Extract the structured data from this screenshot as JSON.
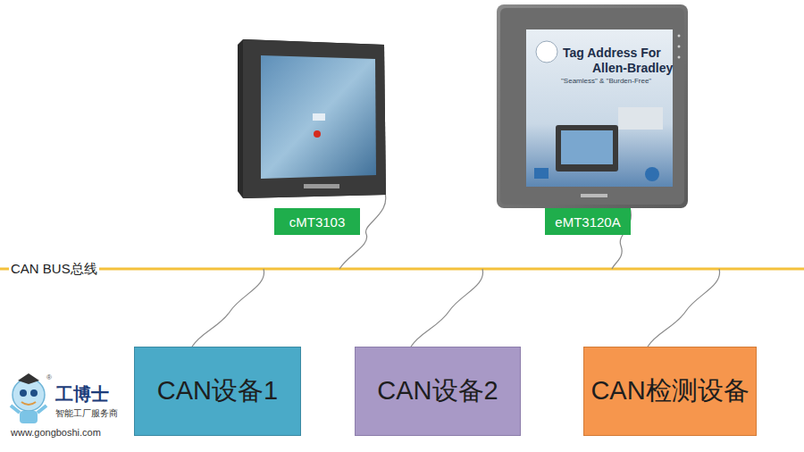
{
  "diagram": {
    "nodes": [
      {
        "text": [
          "cMT3103"
        ]
      },
      {
        "text": [
          "eMT3120A"
        ]
      },
      {
        "text": [
          "CAN设备1"
        ]
      },
      {
        "text": [
          "CAN设备2"
        ]
      },
      {
        "text": [
          "CAN检测设备"
        ]
      }
    ],
    "labels": [
      "CAN BUS总线",
      "Tag Address For",
      "Allen-Bradley",
      "\"Seamless\" & \"Burden-Free\"",
      "工博士",
      "智能工厂服务商",
      "www.gongboshi.com",
      "®"
    ]
  }
}
